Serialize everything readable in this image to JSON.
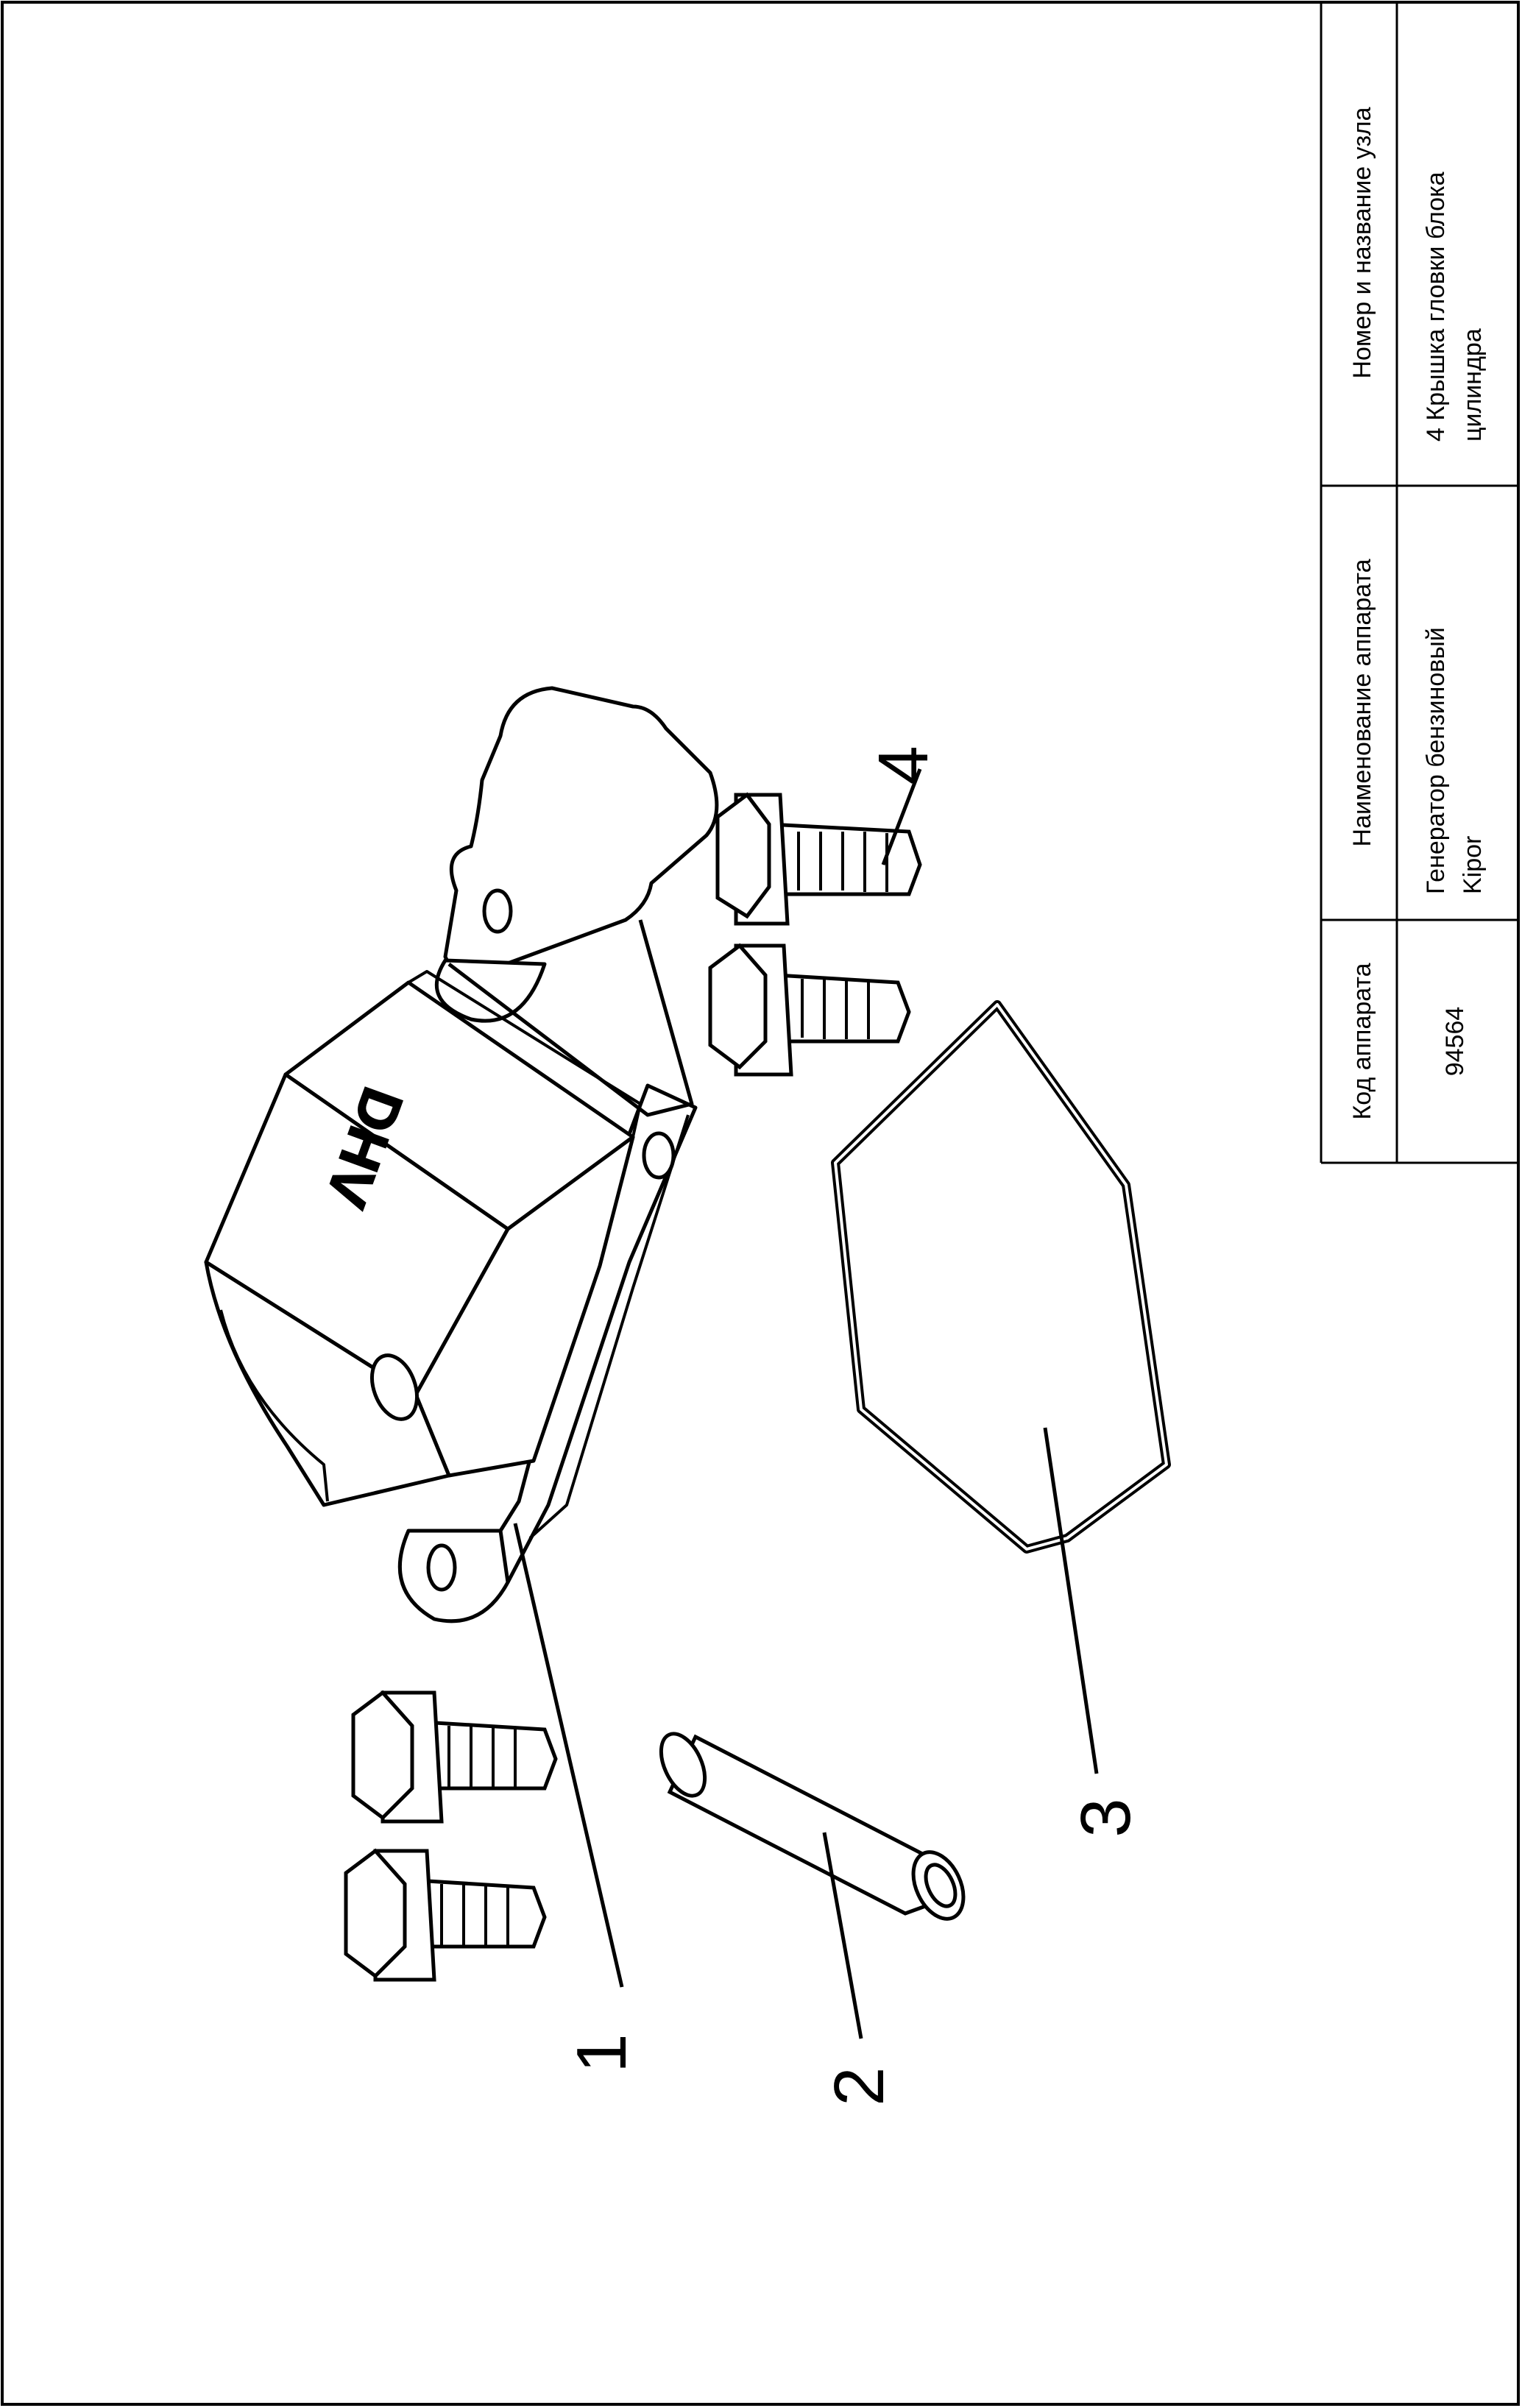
{
  "table": {
    "headers": {
      "code": "Код аппарата",
      "device_name": "Наименование аппарата",
      "unit": "Номер и название узла"
    },
    "values": {
      "code": "94564",
      "device_name_line1": "Генератор бензиновый",
      "device_name_line2": "Kipor",
      "unit_line1": "4 Крышка гловки блока",
      "unit_line2": "цилиндра"
    }
  },
  "callouts": {
    "c1": "1",
    "c2": "2",
    "c3": "3",
    "c4": "4"
  },
  "cover_marking": "DHV"
}
